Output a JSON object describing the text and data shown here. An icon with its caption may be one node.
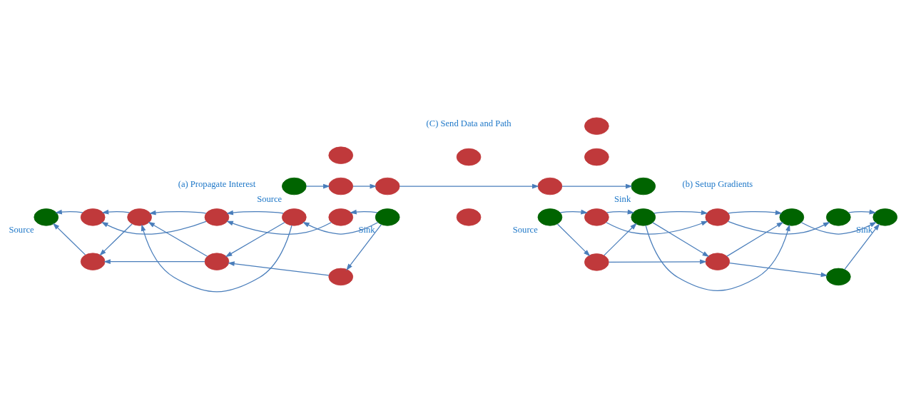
{
  "diagram": {
    "nodes": [
      {
        "text": [],
        "shape": "circle",
        "beside": [
          "Source"
        ]
      },
      {
        "text": [],
        "shape": "circle"
      },
      {
        "text": [],
        "shape": "circle"
      },
      {
        "text": [],
        "shape": "circle"
      },
      {
        "text": [],
        "shape": "circle"
      },
      {
        "text": [],
        "shape": "circle"
      },
      {
        "text": [],
        "shape": "circle",
        "beside": [
          "Sink"
        ]
      },
      {
        "text": [],
        "shape": "circle"
      },
      {
        "text": [],
        "shape": "circle"
      },
      {
        "text": [],
        "shape": "circle"
      },
      {
        "text": [],
        "shape": "circle",
        "beside": [
          "Source"
        ]
      },
      {
        "text": [],
        "shape": "circle"
      },
      {
        "text": [],
        "shape": "circle"
      },
      {
        "text": [],
        "shape": "circle"
      },
      {
        "text": [],
        "shape": "circle"
      },
      {
        "text": [],
        "shape": "circle"
      },
      {
        "text": [],
        "shape": "circle",
        "beside": [
          "Sink"
        ]
      },
      {
        "text": [],
        "shape": "circle"
      },
      {
        "text": [],
        "shape": "circle"
      },
      {
        "text": [],
        "shape": "circle"
      },
      {
        "text": [],
        "shape": "circle",
        "beside": [
          "Source"
        ]
      },
      {
        "text": [],
        "shape": "circle"
      },
      {
        "text": [],
        "shape": "circle"
      },
      {
        "text": [],
        "shape": "circle"
      },
      {
        "text": [],
        "shape": "circle"
      },
      {
        "text": [],
        "shape": "circle"
      },
      {
        "text": [],
        "shape": "circle",
        "beside": [
          "Sink"
        ]
      },
      {
        "text": [],
        "shape": "circle"
      },
      {
        "text": [],
        "shape": "circle"
      },
      {
        "text": [],
        "shape": "circle"
      }
    ],
    "edges": [
      {
        "from": 2,
        "to": 1,
        "arrow": "to"
      },
      {
        "from": 3,
        "to": 2,
        "arrow": "to"
      },
      {
        "from": 6,
        "to": 3,
        "arrow": "to"
      },
      {
        "from": 1,
        "to": 0,
        "arrow": "to"
      },
      {
        "from": 4,
        "to": 1,
        "arrow": "to"
      },
      {
        "from": 2,
        "to": 4,
        "arrow": "to"
      },
      {
        "from": 5,
        "to": 2,
        "arrow": "to"
      },
      {
        "from": 5,
        "to": 4,
        "arrow": "to"
      },
      {
        "from": 6,
        "to": 5,
        "arrow": "to"
      },
      {
        "from": 4,
        "to": 7,
        "arrow": "to"
      },
      {
        "from": 8,
        "to": 4,
        "arrow": "to"
      },
      {
        "from": 5,
        "to": 8,
        "arrow": "to"
      },
      {
        "from": 6,
        "to": 9,
        "arrow": "to"
      },
      {
        "from": 9,
        "to": 8,
        "arrow": "to"
      },
      {
        "from": 8,
        "to": 7,
        "arrow": "to"
      },
      {
        "from": 7,
        "to": 0,
        "arrow": "to"
      },
      {
        "from": 10,
        "to": 11,
        "arrow": "to"
      },
      {
        "from": 10,
        "to": 17,
        "arrow": "to"
      },
      {
        "from": 11,
        "to": 12,
        "arrow": "to"
      },
      {
        "from": 11,
        "to": 14,
        "arrow": "to"
      },
      {
        "from": 12,
        "to": 13,
        "arrow": "to"
      },
      {
        "from": 12,
        "to": 15,
        "arrow": "to"
      },
      {
        "from": 14,
        "to": 12,
        "arrow": "to"
      },
      {
        "from": 14,
        "to": 15,
        "arrow": "to"
      },
      {
        "from": 14,
        "to": 18,
        "arrow": "to"
      },
      {
        "from": 17,
        "to": 14,
        "arrow": "to"
      },
      {
        "from": 17,
        "to": 18,
        "arrow": "to"
      },
      {
        "from": 18,
        "to": 15,
        "arrow": "to"
      },
      {
        "from": 18,
        "to": 19,
        "arrow": "to"
      },
      {
        "from": 13,
        "to": 16,
        "arrow": "to"
      },
      {
        "from": 15,
        "to": 16,
        "arrow": "to"
      },
      {
        "from": 19,
        "to": 16,
        "arrow": "to"
      },
      {
        "from": 20,
        "to": 21,
        "arrow": "to"
      },
      {
        "from": 21,
        "to": 24,
        "arrow": "to"
      },
      {
        "from": 24,
        "to": 25,
        "arrow": "to"
      },
      {
        "from": 25,
        "to": 26,
        "arrow": "to"
      }
    ],
    "labels": [
      "(a) Propagate Interest",
      "(b) Setup Gradients",
      "(C) Send Data and Path"
    ]
  }
}
